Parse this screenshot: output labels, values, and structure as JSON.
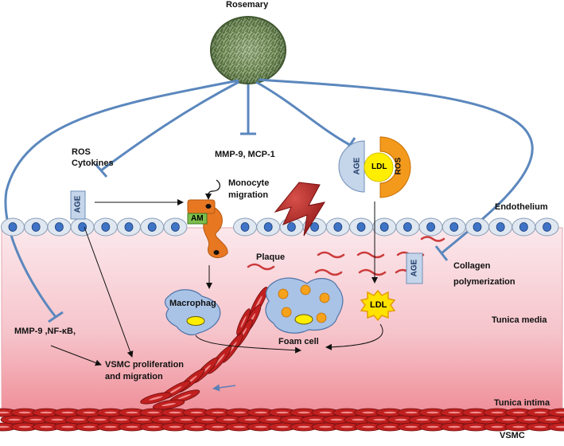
{
  "title": "Rosemary",
  "labels": {
    "ros_cytokines": [
      "ROS",
      "Cytokines"
    ],
    "mmp9_mcp1": "MMP-9, MCP-1",
    "monocyte_migration": [
      "Monocyte",
      "migration"
    ],
    "endothelium": "Endothelium",
    "plaque": "Plaque",
    "collagen": [
      "Collagen",
      "polymerization"
    ],
    "macrophage": "Macrophag",
    "foam_cell": "Foam cell",
    "tunica_media": "Tunica media",
    "tunica_intima": "Tunica intima",
    "vsmc": "VSMC",
    "mmp9_nfkb": "MMP-9 ,NF-κB,",
    "vsmc_prolif": [
      "VSMC proliferation",
      "and migration"
    ],
    "age": "AGE",
    "am": "AM",
    "ldl": "LDL",
    "ros": "ROS"
  },
  "colors": {
    "inhibition_line": "#4f7fb8",
    "plaque_bolt": "#b5282a",
    "vsmc_cell": "#c0201f",
    "cell_fill": "#dfe7f1",
    "nucleus": "#3e73c5",
    "macrophage_fill": "#a9c3e6",
    "ldl_outer": "#f39a1c",
    "ldl_inner": "#ffee00",
    "age_fill": "#c5d5ea",
    "am_fill": "#7dbf4d",
    "monocyte_fill": "#e87722",
    "tissue_top": "#fbe8ec",
    "tissue_bottom": "#f0868f"
  }
}
